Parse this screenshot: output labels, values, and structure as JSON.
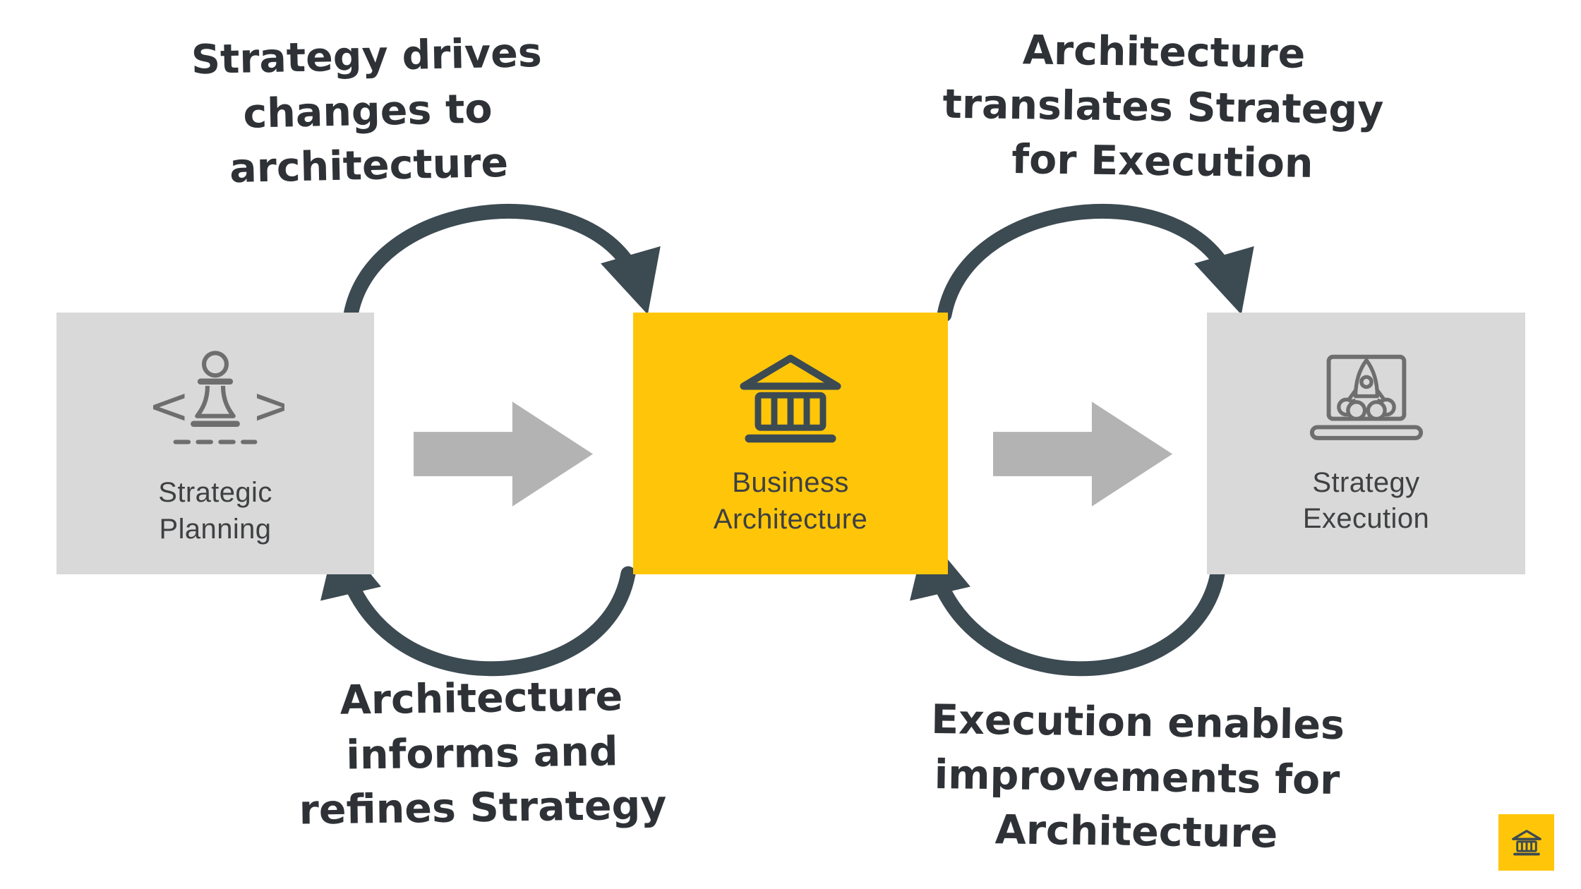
{
  "colors": {
    "accent_yellow": "#FFC609",
    "box_gray": "#D9D9D9",
    "cycle_arrow_dark": "#3C4A52",
    "flow_arrow_gray": "#B3B3B3",
    "box_label_text": "#3E4042",
    "annotation_text": "#2E3236",
    "icon_gray": "#6E6E6E"
  },
  "boxes": [
    {
      "name": "strategic-planning",
      "icon": "chess-strategy-icon",
      "lines": [
        "Strategic",
        "Planning"
      ]
    },
    {
      "name": "business-architecture",
      "icon": "bank-icon",
      "lines": [
        "Business",
        "Architecture"
      ]
    },
    {
      "name": "strategy-execution",
      "icon": "rocket-launch-laptop-icon",
      "lines": [
        "Strategy",
        "Execution"
      ]
    }
  ],
  "flow_arrows": [
    {
      "name": "strategic-planning-to-business-architecture"
    },
    {
      "name": "business-architecture-to-strategy-execution"
    }
  ],
  "annotations": {
    "top_left": {
      "lines": [
        "Strategy drives",
        "changes to",
        "architecture"
      ]
    },
    "top_right": {
      "lines": [
        "Architecture",
        "translates Strategy",
        "for Execution"
      ]
    },
    "bottom_left": {
      "lines": [
        "Architecture",
        "informs and",
        "refines Strategy"
      ]
    },
    "bottom_right": {
      "lines": [
        "Execution enables",
        "improvements for",
        "Architecture"
      ]
    }
  },
  "logo": {
    "icon": "bank-logo-icon"
  }
}
